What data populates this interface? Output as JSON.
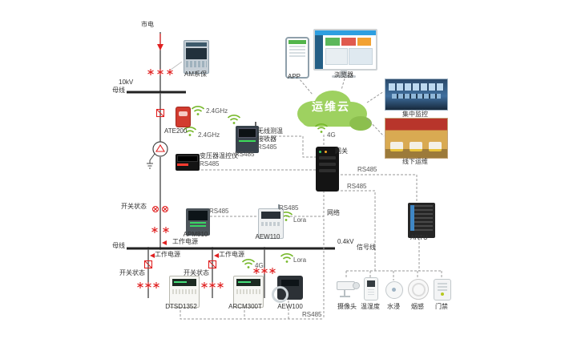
{
  "colors": {
    "power_line": "#333333",
    "busbar": "#222222",
    "symbol_red": "#e02020",
    "comm_dash": "#999999",
    "wireless_green": "#76b82a",
    "cloud_green": "#9ed160"
  },
  "power": {
    "mains": "市电",
    "hv": "10kV",
    "lv": "0.4kV",
    "busbar": "母线",
    "switch_status": "开关状态",
    "working_power": "工作电源"
  },
  "comm": {
    "rs485": "RS485",
    "ghz": "2.4GHz",
    "g4": "4G",
    "lora": "Lora",
    "network": "网络",
    "signal_line": "信号线"
  },
  "cloud": {
    "label": "运维云"
  },
  "endpoints": {
    "app": "APP",
    "browser": "浏览器",
    "central_monitoring": "集中监控",
    "field_ops": "线下运维"
  },
  "devices": {
    "relay": "AM系保",
    "ate200": "ATE200",
    "wireless_temp_l1": "无线测温",
    "wireless_temp_l2": "接收器",
    "transformer_ctrl": "变压器温控仪",
    "apm810": "APM810",
    "aew110": "AEW110",
    "gateway": "网关",
    "artu": "ARTU",
    "dtsd1352": "DTSD1352",
    "arcm300t": "ARCM300T",
    "aew100": "AEW100"
  },
  "sensors": {
    "camera": "摄像头",
    "temp_humidity": "温湿度",
    "water": "水浸",
    "smoke": "烟感",
    "door": "门禁"
  }
}
